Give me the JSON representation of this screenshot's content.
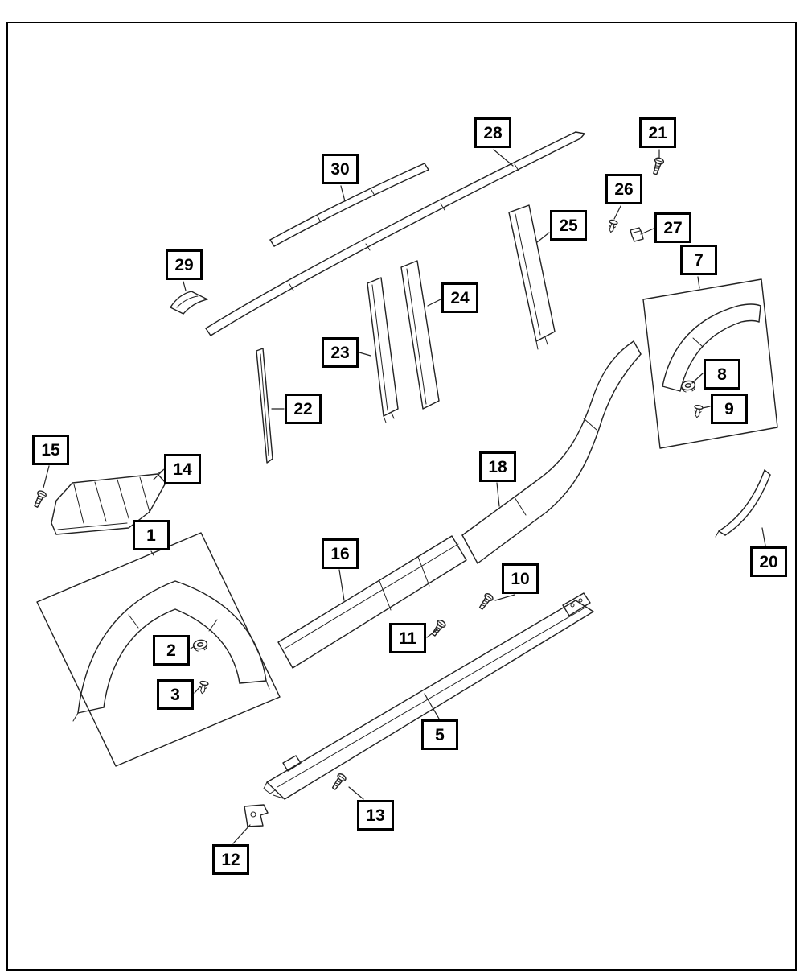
{
  "diagram": {
    "background_color": "#ffffff",
    "line_color": "#222222",
    "callout_labels": {
      "c1": "1",
      "c2": "2",
      "c3": "3",
      "c5": "5",
      "c7": "7",
      "c8": "8",
      "c9": "9",
      "c10": "10",
      "c11": "11",
      "c12": "12",
      "c13": "13",
      "c14": "14",
      "c15": "15",
      "c16": "16",
      "c18": "18",
      "c20": "20",
      "c21": "21",
      "c22": "22",
      "c23": "23",
      "c24": "24",
      "c25": "25",
      "c26": "26",
      "c27": "27",
      "c28": "28",
      "c29": "29",
      "c30": "30"
    }
  }
}
